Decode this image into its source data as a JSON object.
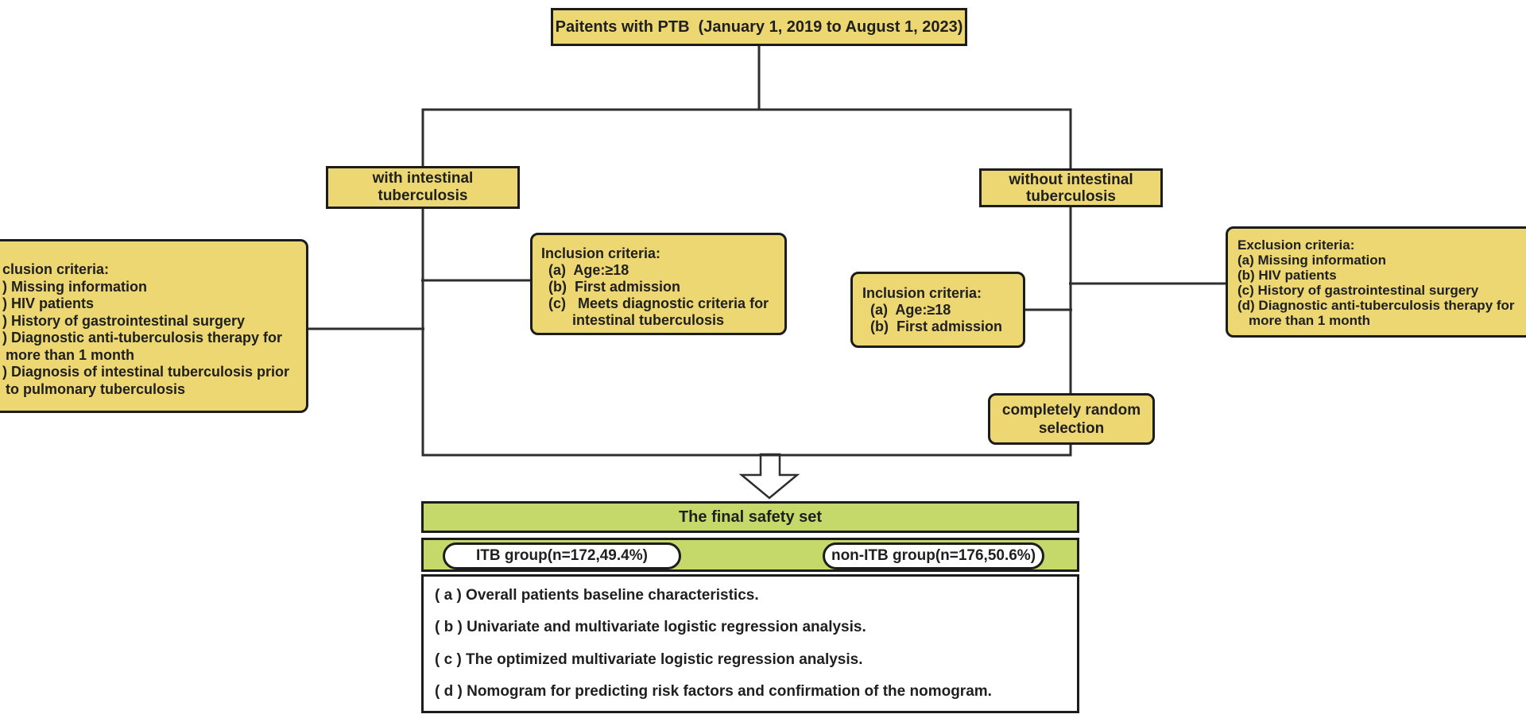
{
  "colors": {
    "box_fill": "#ecd773",
    "green_fill": "#c4d96a",
    "border": "#1c1c1c",
    "line": "#2e2e2e",
    "text": "#1f1f1f"
  },
  "top_box": {
    "label": "Paitents with PTB  (January 1, 2019 to August 1, 2023)"
  },
  "branches": {
    "with_itb": "with intestinal\ntuberculosis",
    "without_itb": "without intestinal\ntuberculosis"
  },
  "exclusion_left": {
    "lines": [
      "clusion criteria:",
      ") Missing information",
      ") HIV patients",
      ") History of gastrointestinal surgery",
      ") Diagnostic anti-tuberculosis therapy for",
      "more than 1 month",
      ") Diagnosis of intestinal tuberculosis prior",
      "to pulmonary tuberculosis"
    ]
  },
  "inclusion_left": {
    "lines": [
      "Inclusion criteria:",
      "(a)  Age:≥18",
      "(b)  First admission",
      "(c)   Meets diagnostic criteria for",
      "intestinal tuberculosis"
    ]
  },
  "inclusion_right": {
    "lines": [
      "Inclusion criteria:",
      "(a)  Age:≥18",
      "(b)  First admission"
    ]
  },
  "exclusion_right": {
    "lines": [
      "Exclusion criteria:",
      "(a) Missing information",
      "(b) HIV patients",
      "(c) History of gastrointestinal surgery",
      "(d) Diagnostic anti-tuberculosis therapy for",
      "more than 1 month"
    ]
  },
  "random_box": {
    "label": "completely random\nselection"
  },
  "safety_set": {
    "title": "The final safety set",
    "groups": [
      "ITB group(n=172,49.4%)",
      "non-ITB group(n=176,50.6%)"
    ]
  },
  "analysis_steps": [
    "( a ) Overall patients baseline characteristics.",
    "( b ) Univariate and multivariate logistic regression analysis.",
    "( c ) The optimized multivariate logistic regression analysis.",
    "( d ) Nomogram for predicting risk factors and confirmation of the nomogram."
  ]
}
